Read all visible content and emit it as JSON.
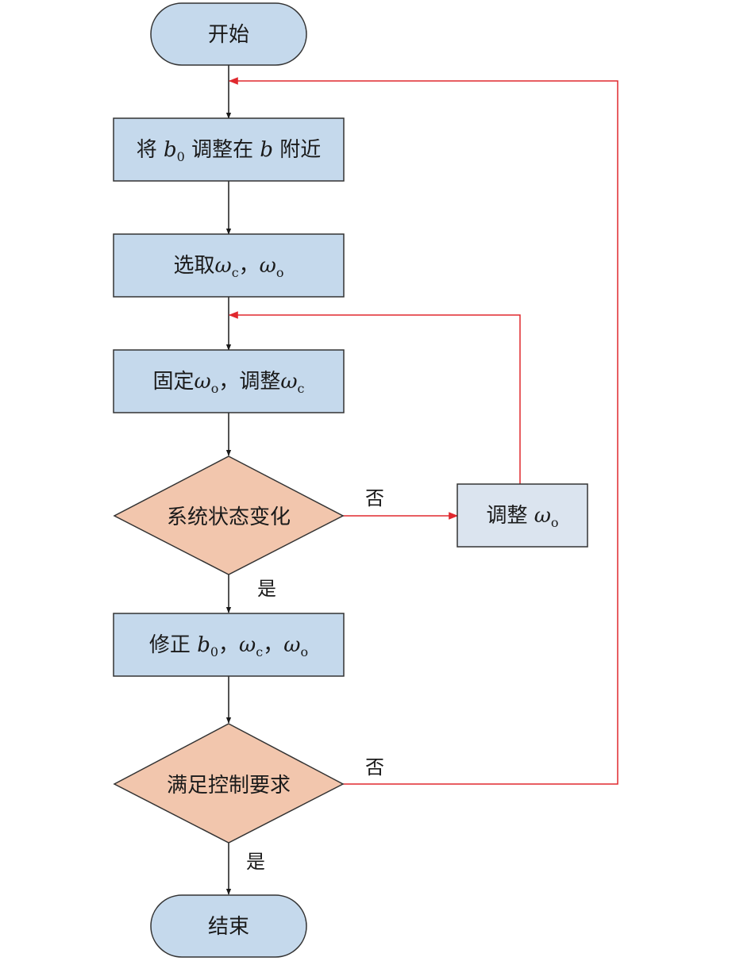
{
  "colors": {
    "terminal_fill": "#c5d9ec",
    "process_fill": "#c5d9ec",
    "side_process_fill": "#dbe4ef",
    "decision_fill": "#f2c6ad",
    "stroke": "#333333",
    "main_arrow": "#1a1a1a",
    "loop_arrow": "#e0282e"
  },
  "nodes": {
    "start": {
      "label": "开始"
    },
    "step1": {
      "pre": "将 ",
      "var": "b",
      "sub": "0",
      "mid": " 调整在 ",
      "var2": "b",
      "post": " 附近"
    },
    "step2": {
      "pre": "选取",
      "var": "ω",
      "sub": "c",
      "sep": "，",
      "var2": "ω",
      "sub2": "o"
    },
    "step3": {
      "pre": "固定",
      "var": "ω",
      "sub": "o",
      "sep": "，调整",
      "var2": "ω",
      "sub2": "c"
    },
    "decision1": {
      "label": "系统状态变化"
    },
    "side": {
      "pre": "调整 ",
      "var": "ω",
      "sub": "o"
    },
    "step4": {
      "pre": "修正 ",
      "var": "b",
      "sub": "0",
      "sep": "，",
      "var2": "ω",
      "sub2": "c",
      "sep2": "，",
      "var3": "ω",
      "sub3": "o"
    },
    "decision2": {
      "label": "满足控制要求"
    },
    "end": {
      "label": "结束"
    }
  },
  "edges": {
    "d1_no": "否",
    "d1_yes": "是",
    "d2_no": "否",
    "d2_yes": "是"
  }
}
